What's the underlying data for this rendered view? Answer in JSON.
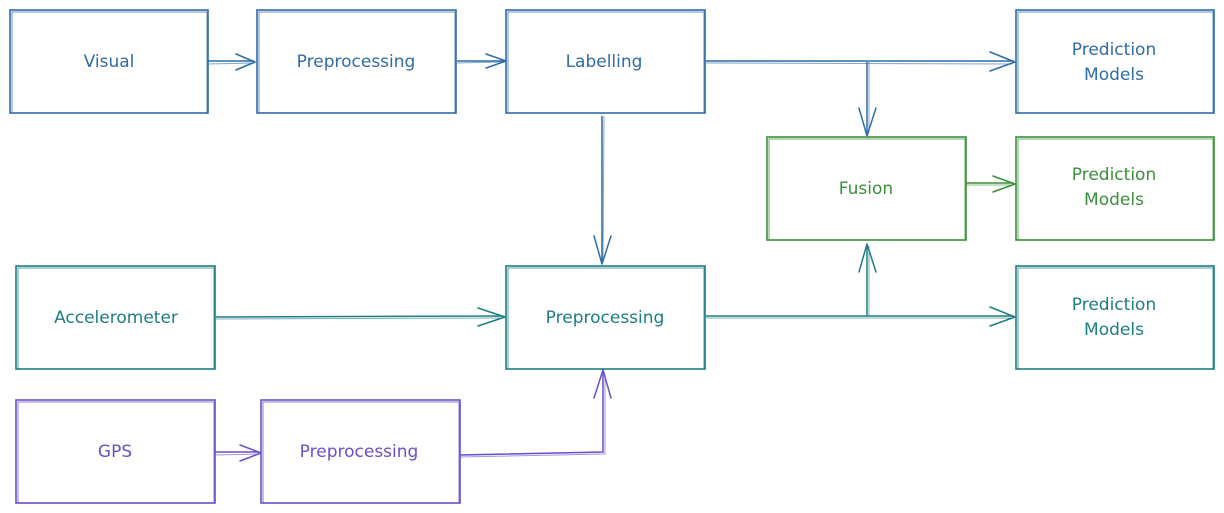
{
  "colors": {
    "blue": "#2f6ca8",
    "teal": "#1d7d84",
    "green": "#3a8f3a",
    "purple": "#6a4fc8",
    "background": "#ffffff"
  },
  "nodes": {
    "visual": {
      "label": "Visual",
      "color": "blue"
    },
    "visual_preprocessing": {
      "label": "Preprocessing",
      "color": "blue"
    },
    "labelling": {
      "label": "Labelling",
      "color": "blue"
    },
    "prediction_models_top": {
      "label_line1": "Prediction",
      "label_line2": "Models",
      "color": "blue"
    },
    "fusion": {
      "label": "Fusion",
      "color": "green"
    },
    "prediction_models_middle": {
      "label_line1": "Prediction",
      "label_line2": "Models",
      "color": "green"
    },
    "accelerometer": {
      "label": "Accelerometer",
      "color": "teal"
    },
    "sensor_preprocessing": {
      "label": "Preprocessing",
      "color": "teal"
    },
    "prediction_models_bottom": {
      "label_line1": "Prediction",
      "label_line2": "Models",
      "color": "teal"
    },
    "gps": {
      "label": "GPS",
      "color": "purple"
    },
    "gps_preprocessing": {
      "label": "Preprocessing",
      "color": "purple"
    }
  },
  "edges": [
    {
      "from": "visual",
      "to": "visual_preprocessing",
      "color": "blue"
    },
    {
      "from": "visual_preprocessing",
      "to": "labelling",
      "color": "blue"
    },
    {
      "from": "labelling",
      "to": "prediction_models_top",
      "color": "blue"
    },
    {
      "from": "labelling",
      "to": "fusion",
      "color": "blue"
    },
    {
      "from": "labelling",
      "to": "sensor_preprocessing",
      "color": "blue"
    },
    {
      "from": "fusion",
      "to": "prediction_models_middle",
      "color": "green"
    },
    {
      "from": "accelerometer",
      "to": "sensor_preprocessing",
      "color": "teal"
    },
    {
      "from": "sensor_preprocessing",
      "to": "prediction_models_bottom",
      "color": "teal"
    },
    {
      "from": "sensor_preprocessing",
      "to": "fusion",
      "color": "teal"
    },
    {
      "from": "gps",
      "to": "gps_preprocessing",
      "color": "purple"
    },
    {
      "from": "gps_preprocessing",
      "to": "sensor_preprocessing",
      "color": "purple"
    }
  ]
}
